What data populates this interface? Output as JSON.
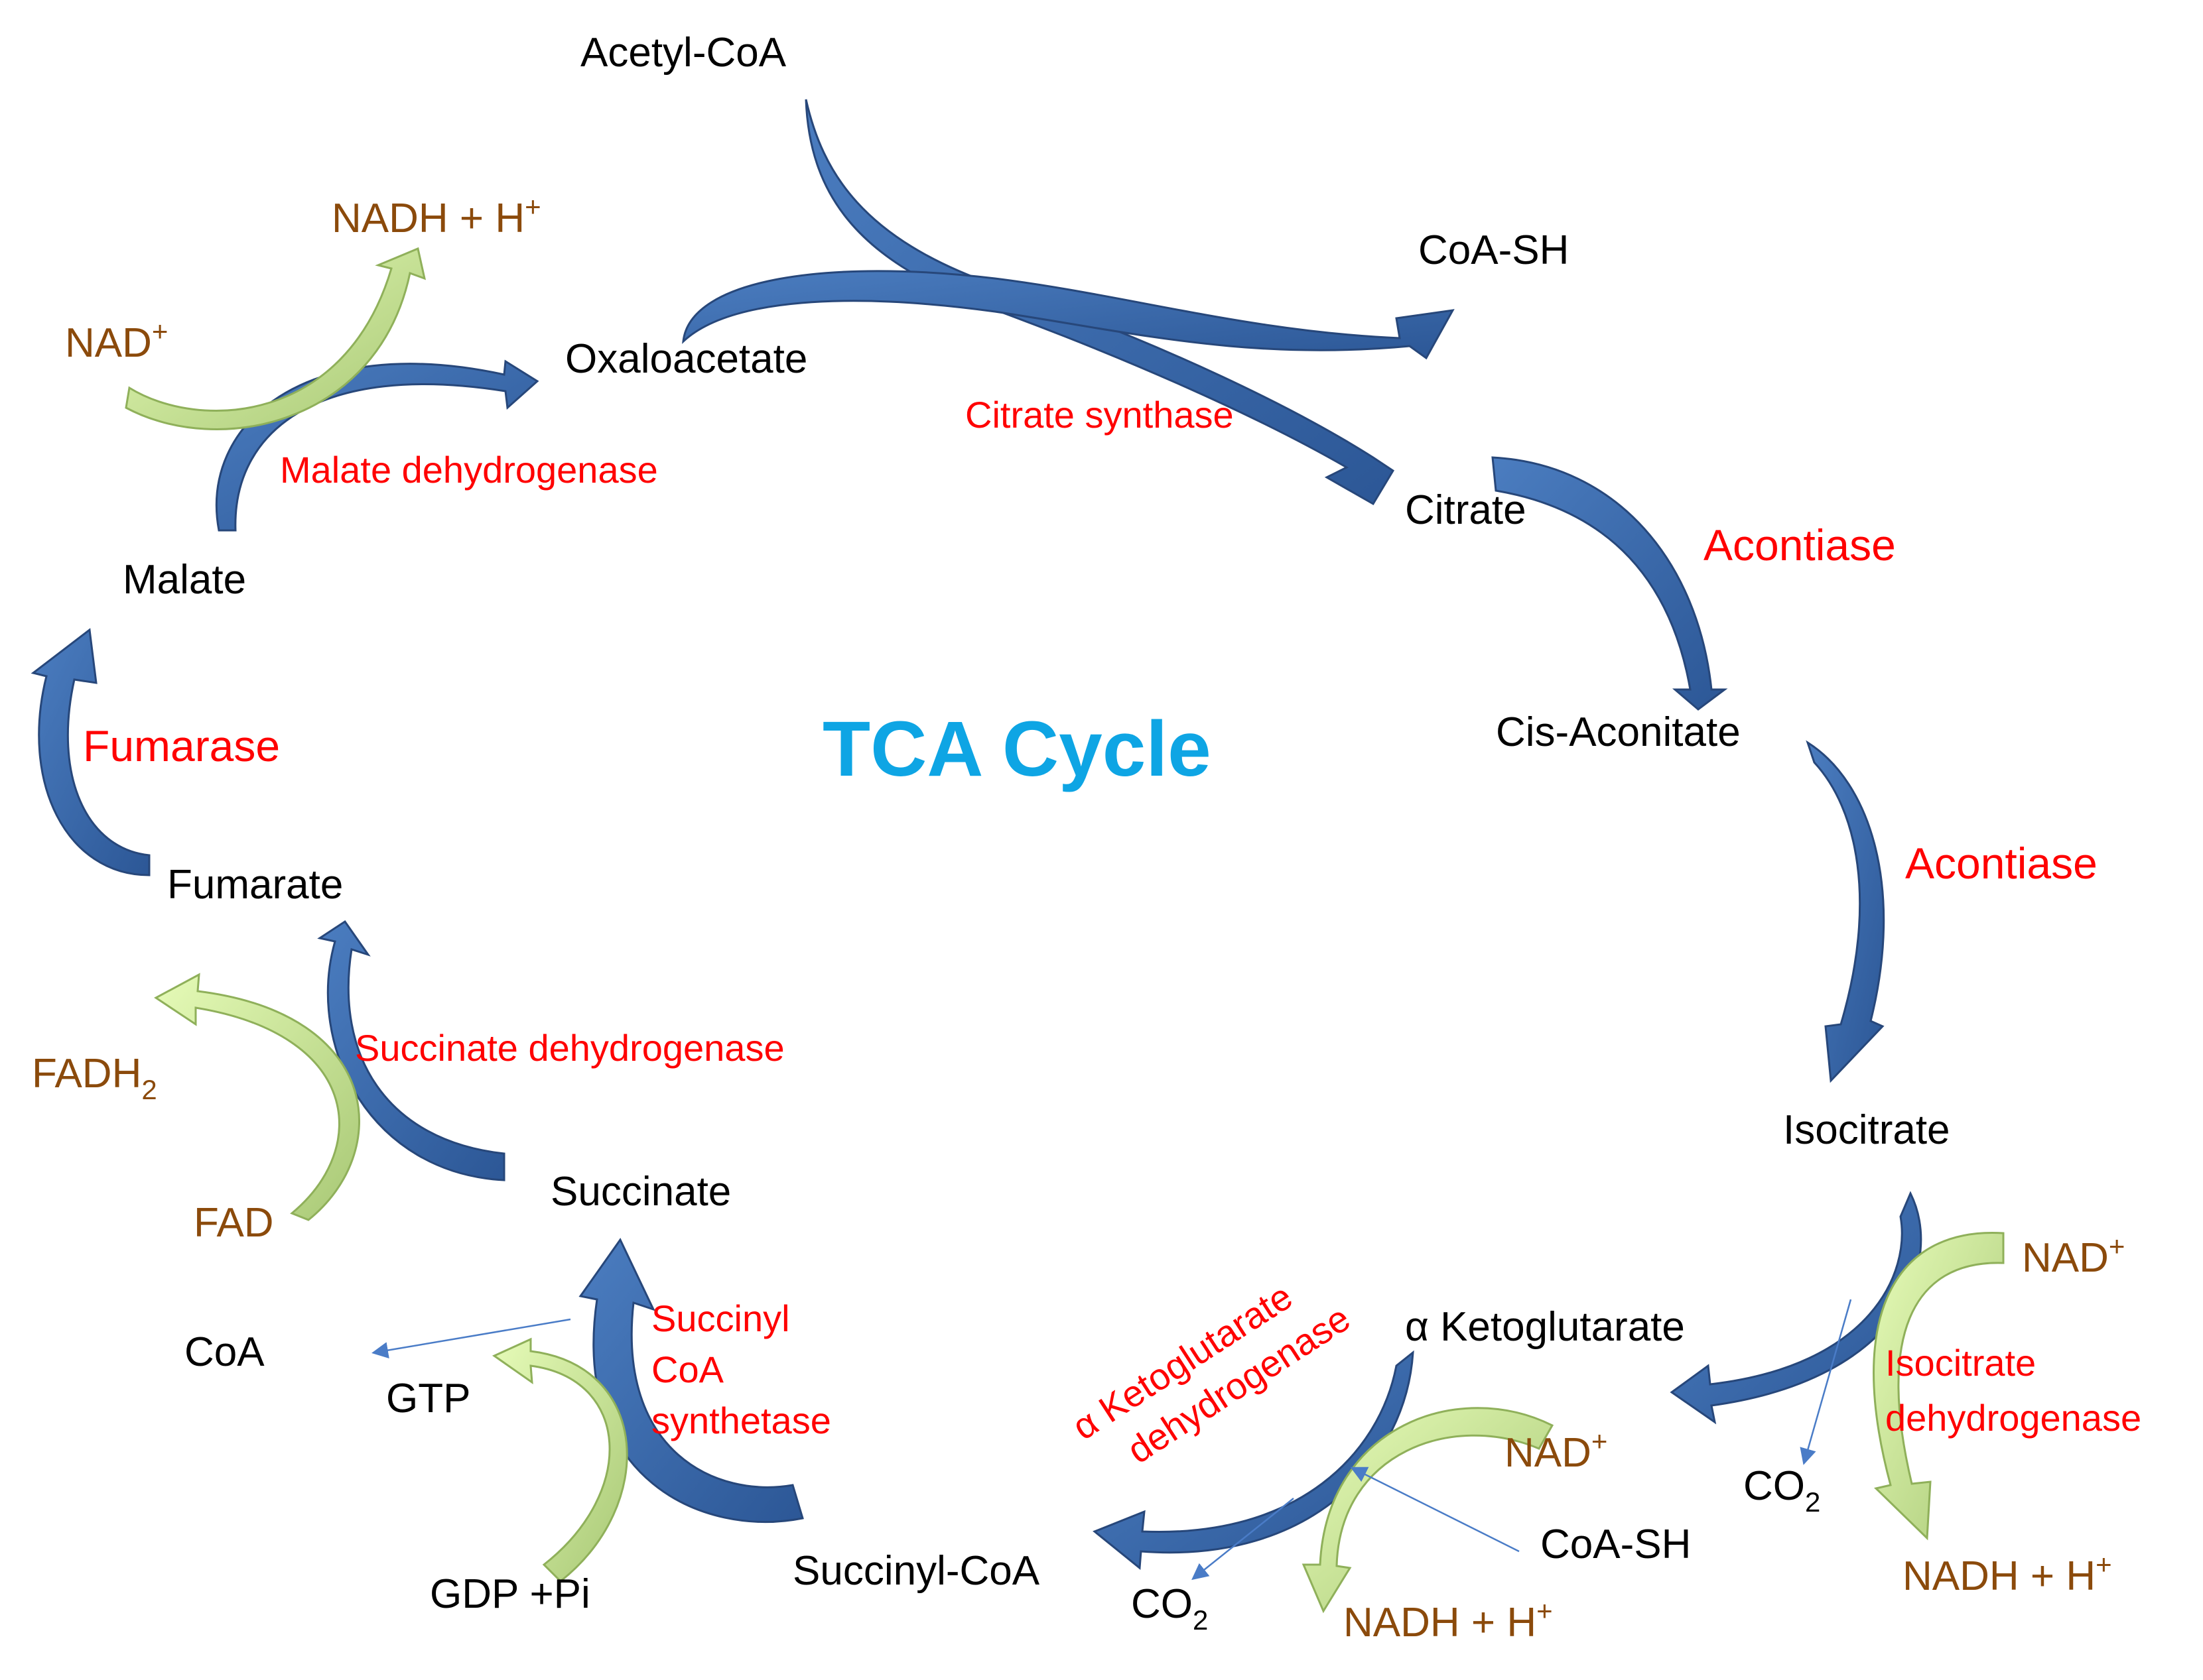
{
  "title": "TCA Cycle",
  "colors": {
    "main_arrow": "#3d6aa8",
    "main_arrow_dark": "#27477a",
    "side_arrow_fill": "#d4f39a",
    "side_arrow_stroke": "#8fb05a",
    "thin_arrow": "#4a7cc7",
    "metabolite_text": "#000000",
    "enzyme_text": "#ff0000",
    "cofactor_text": "#8b4a0b",
    "title_text": "#0ea5e4"
  },
  "metabolites": {
    "acetyl_coa": "Acetyl-CoA",
    "oxaloacetate": "Oxaloacetate",
    "coa_sh_top": "CoA-SH",
    "citrate": "Citrate",
    "cis_aconitate": "Cis-Aconitate",
    "isocitrate": "Isocitrate",
    "alpha_ketoglutarate": "α Ketoglutarate",
    "succinyl_coa": "Succinyl-CoA",
    "succinate": "Succinate",
    "fumarate": "Fumarate",
    "malate": "Malate",
    "coa_sh_bottom": "CoA-SH",
    "coa": "CoA",
    "gtp": "GTP",
    "gdp_pi": "GDP +Pi"
  },
  "enzymes": {
    "citrate_synthase": "Citrate synthase",
    "aconitase_1": "Acontiase",
    "aconitase_2": "Acontiase",
    "isocitrate_dh_1": "Isocitrate",
    "isocitrate_dh_2": "dehydrogenase",
    "akg_dh_1": "α Ketoglutarate",
    "akg_dh_2": "dehydrogenase",
    "succinyl_coa_syn_1": "Succinyl",
    "succinyl_coa_syn_2": "CoA",
    "succinyl_coa_syn_3": "synthetase",
    "succinate_dh": "Succinate dehydrogenase",
    "fumarase": "Fumarase",
    "malate_dh": "Malate dehydrogenase"
  },
  "cofactors": {
    "malate_nad": "NAD",
    "malate_nad_sup": "+",
    "malate_nadh": "NADH + H",
    "malate_nadh_sup": "+",
    "iso_nad": "NAD",
    "iso_nad_sup": "+",
    "iso_nadh": "NADH + H",
    "iso_nadh_sup": "+",
    "iso_co2": "CO",
    "iso_co2_sub": "2",
    "akg_nad": "NAD",
    "akg_nad_sup": "+",
    "akg_nadh": "NADH + H",
    "akg_nadh_sup": "+",
    "akg_co2": "CO",
    "akg_co2_sub": "2",
    "fadh2": "FADH",
    "fadh2_sub": "2",
    "fad": "FAD"
  }
}
